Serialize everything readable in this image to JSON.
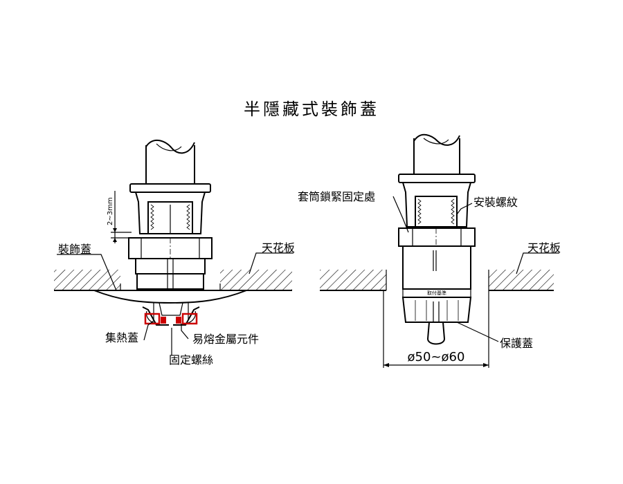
{
  "title": "半隱藏式裝飾蓋",
  "left_diagram": {
    "gap_dimension": "2~3mm",
    "labels": {
      "cover_plate": "裝飾蓋",
      "ceiling": "天花板",
      "heat_collector": "集熱蓋",
      "fusible_element": "易熔金屬元件",
      "fixing_screw": "固定螺絲"
    }
  },
  "right_diagram": {
    "labels": {
      "sleeve_lock": "套筒鎖緊固定處",
      "install_thread": "安裝螺紋",
      "ceiling": "天花板",
      "protective_cap": "保護蓋",
      "reference_mark": "取付基準"
    },
    "diameter_range": "ø50~ø60"
  },
  "colors": {
    "line": "#000000",
    "hatch": "#000000",
    "fusible_element": "#cc0000"
  }
}
